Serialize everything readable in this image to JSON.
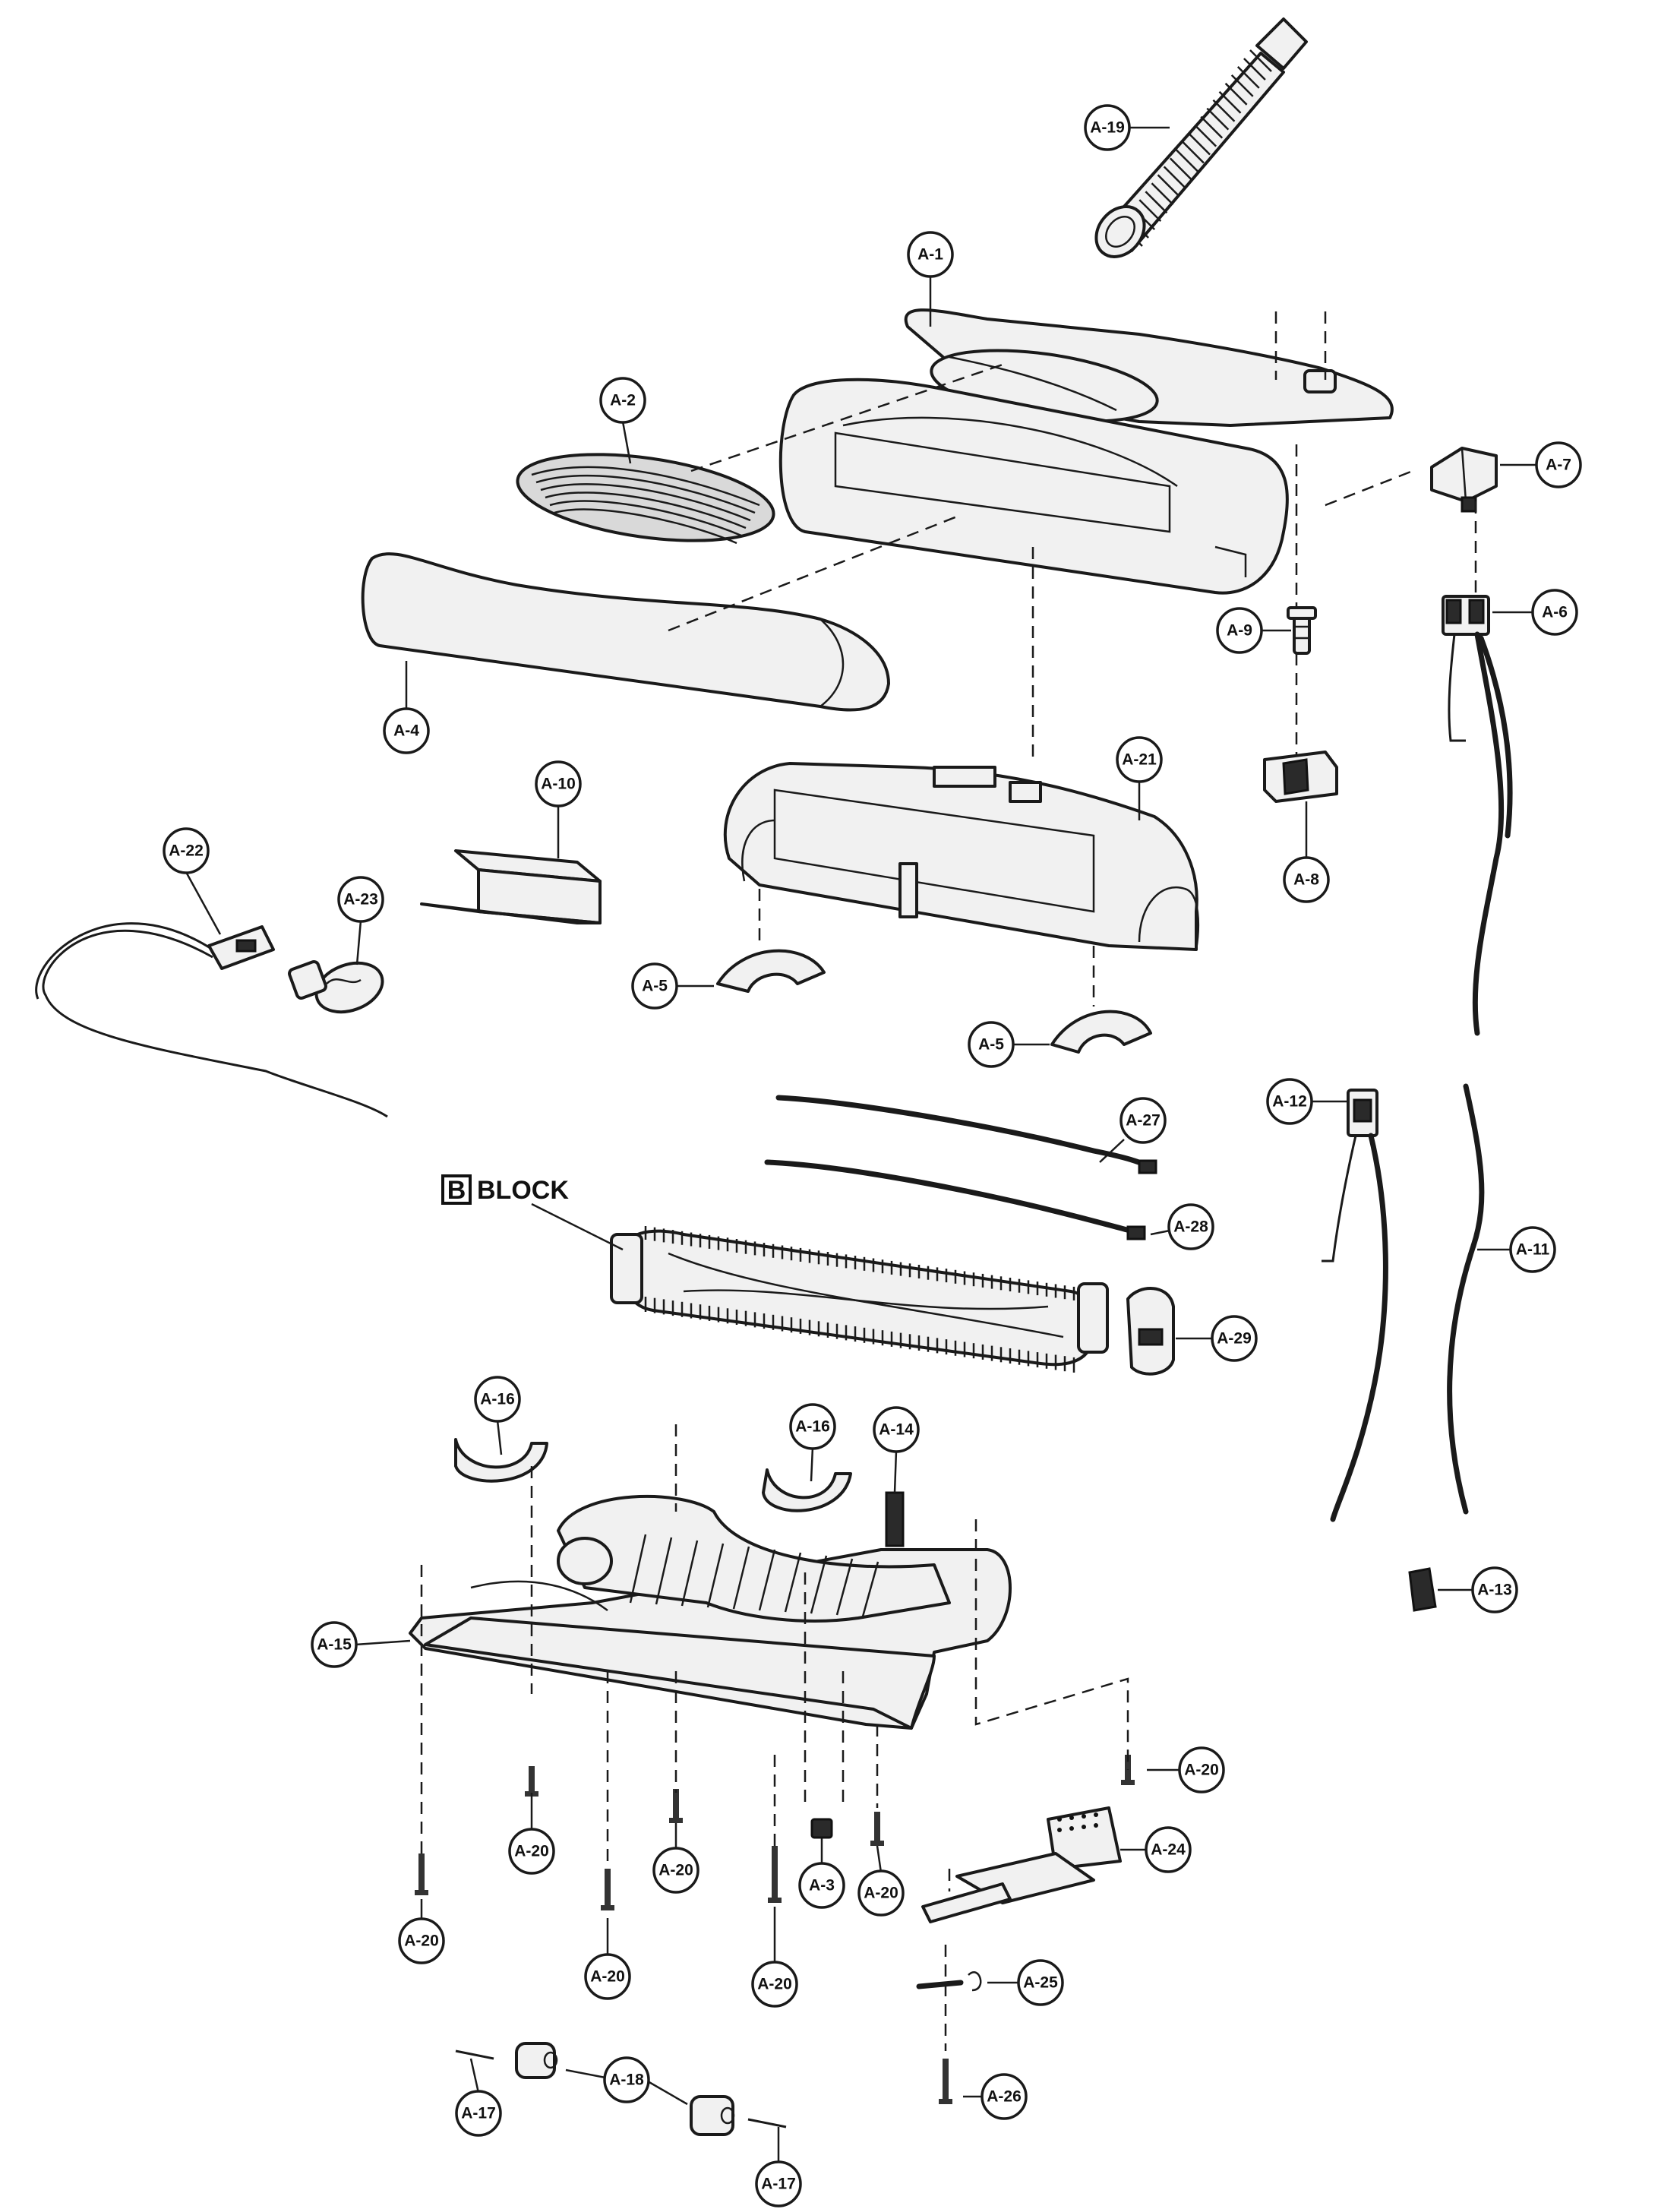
{
  "diagram": {
    "block": {
      "letter": "B",
      "word": "BLOCK"
    },
    "callouts": [
      {
        "id": "a19",
        "text": "A-19"
      },
      {
        "id": "a1",
        "text": "A-1"
      },
      {
        "id": "a2",
        "text": "A-2"
      },
      {
        "id": "a7",
        "text": "A-7"
      },
      {
        "id": "a6",
        "text": "A-6"
      },
      {
        "id": "a9",
        "text": "A-9"
      },
      {
        "id": "a4",
        "text": "A-4"
      },
      {
        "id": "a21",
        "text": "A-21"
      },
      {
        "id": "a10",
        "text": "A-10"
      },
      {
        "id": "a8",
        "text": "A-8"
      },
      {
        "id": "a22",
        "text": "A-22"
      },
      {
        "id": "a23",
        "text": "A-23"
      },
      {
        "id": "a5a",
        "text": "A-5"
      },
      {
        "id": "a5b",
        "text": "A-5"
      },
      {
        "id": "a12",
        "text": "A-12"
      },
      {
        "id": "a27",
        "text": "A-27"
      },
      {
        "id": "a28",
        "text": "A-28"
      },
      {
        "id": "a11",
        "text": "A-11"
      },
      {
        "id": "a29",
        "text": "A-29"
      },
      {
        "id": "a16a",
        "text": "A-16"
      },
      {
        "id": "a16b",
        "text": "A-16"
      },
      {
        "id": "a14",
        "text": "A-14"
      },
      {
        "id": "a15",
        "text": "A-15"
      },
      {
        "id": "a13",
        "text": "A-13"
      },
      {
        "id": "a20a",
        "text": "A-20"
      },
      {
        "id": "a20b",
        "text": "A-20"
      },
      {
        "id": "a24",
        "text": "A-24"
      },
      {
        "id": "a20c",
        "text": "A-20"
      },
      {
        "id": "a3",
        "text": "A-3"
      },
      {
        "id": "a20d",
        "text": "A-20"
      },
      {
        "id": "a20e",
        "text": "A-20"
      },
      {
        "id": "a20f",
        "text": "A-20"
      },
      {
        "id": "a20g",
        "text": "A-20"
      },
      {
        "id": "a25",
        "text": "A-25"
      },
      {
        "id": "a18",
        "text": "A-18"
      },
      {
        "id": "a17a",
        "text": "A-17"
      },
      {
        "id": "a26",
        "text": "A-26"
      },
      {
        "id": "a17b",
        "text": "A-17"
      }
    ]
  }
}
